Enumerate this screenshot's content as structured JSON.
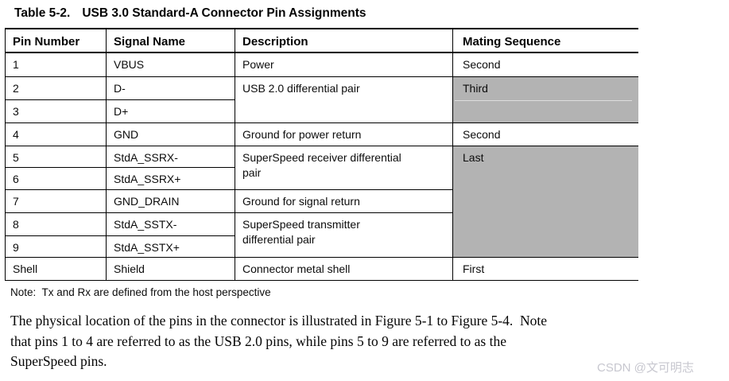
{
  "page": {
    "title": {
      "label": "Table 5-2.",
      "text": "USB 3.0 Standard-A Connector Pin Assignments"
    },
    "table": {
      "columns": [
        "Pin Number",
        "Signal Name",
        "Description",
        "Mating Sequence"
      ],
      "highlight_color": "#b3b3b3",
      "rows": [
        {
          "pin": "1",
          "signal": "VBUS",
          "description": "Power",
          "mating": "Second"
        },
        {
          "pin": "2",
          "signal": "D-",
          "description": "USB 2.0 differential pair",
          "mating": "Third"
        },
        {
          "pin": "3",
          "signal": "D+"
        },
        {
          "pin": "4",
          "signal": "GND",
          "description": "Ground for power return",
          "mating": "Second"
        },
        {
          "pin": "5",
          "signal": "StdA_SSRX-",
          "description": "SuperSpeed receiver differential\npair",
          "mating": "Last"
        },
        {
          "pin": "6",
          "signal": "StdA_SSRX+"
        },
        {
          "pin": "7",
          "signal": "GND_DRAIN",
          "description": "Ground for signal return"
        },
        {
          "pin": "8",
          "signal": "StdA_SSTX-",
          "description": "SuperSpeed transmitter\ndifferential pair"
        },
        {
          "pin": "9",
          "signal": "StdA_SSTX+"
        },
        {
          "pin": "Shell",
          "signal": "Shield",
          "description": "Connector metal shell",
          "mating": "First"
        }
      ]
    },
    "note": "Note:  Tx and Rx are defined from the host perspective",
    "paragraph": {
      "lines": [
        "The physical location of the pins in the connector is illustrated in Figure 5-1 to Figure 5-4.  Note",
        "that pins 1 to 4 are referred to as the USB 2.0 pins, while pins 5 to 9 are referred to as the",
        "SuperSpeed pins."
      ]
    },
    "watermark": "CSDN @文可明志"
  }
}
